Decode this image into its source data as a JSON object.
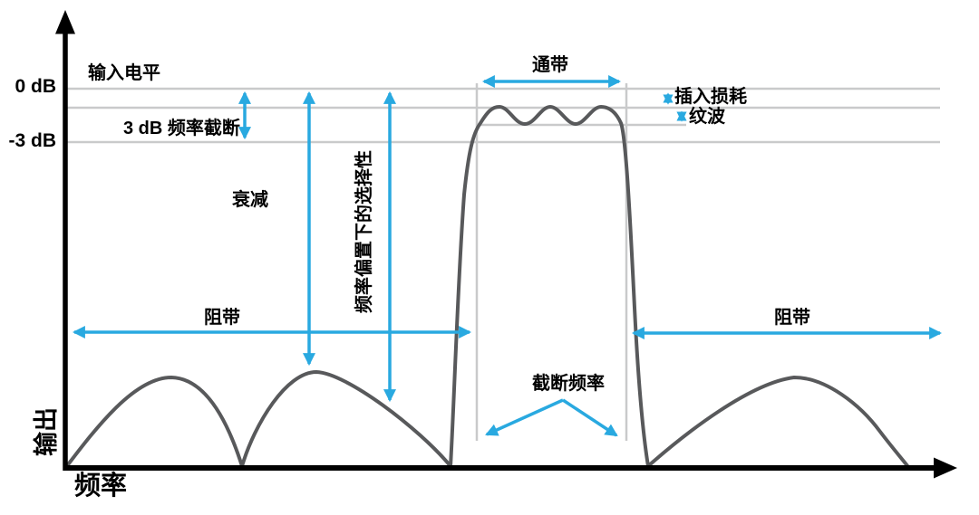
{
  "diagram": {
    "type": "bandpass-filter-frequency-response",
    "axis": {
      "y_label": "输出",
      "x_label": "频率",
      "tick_0db": "0 dB",
      "tick_minus3db": "-3 dB"
    },
    "annotations": {
      "input_level": "输入电平",
      "cutoff_3db": "3 dB 频率截断",
      "attenuation": "衰减",
      "selectivity": "频率偏置下的选择性",
      "passband": "通带",
      "insertion_loss": "插入损耗",
      "ripple": "纹波",
      "stopband_left": "阻带",
      "stopband_right": "阻带",
      "cutoff_frequency": "截断频率"
    },
    "reference_levels": [
      "0 dB",
      "-3 dB"
    ],
    "colors": {
      "annotation_blue": "#29A9E0",
      "curve_gray": "#58595B",
      "grid_gray": "#C9CACB",
      "axis_black": "#000000"
    }
  }
}
